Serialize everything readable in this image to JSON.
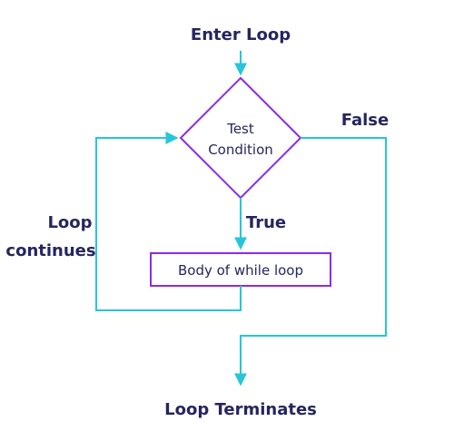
{
  "flowchart": {
    "start_label": "Enter Loop",
    "condition_line1": "Test",
    "condition_line2": "Condition",
    "true_label": "True",
    "false_label": "False",
    "body_label": "Body of while loop",
    "loop_label_line1": "Loop",
    "loop_label_line2": "continues",
    "end_label": "Loop Terminates"
  },
  "colors": {
    "connector": "#26c6da",
    "node_border": "#8b2ce0",
    "text": "#25265e",
    "background": "#ffffff"
  }
}
